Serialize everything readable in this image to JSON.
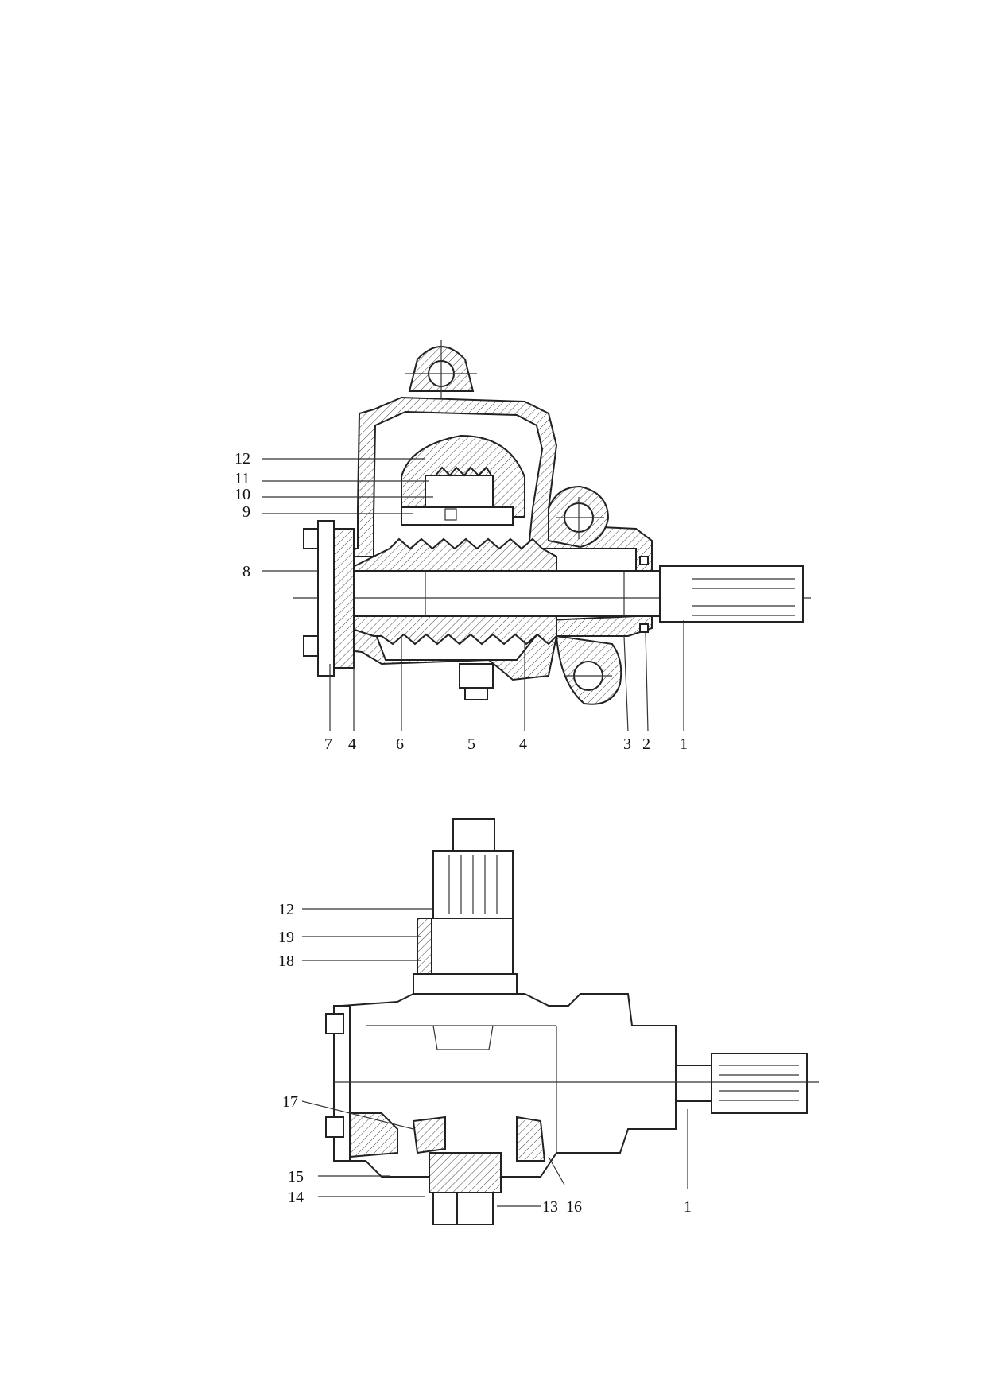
{
  "figures": [
    {
      "id": "section-view",
      "labels": [
        "12",
        "11",
        "10",
        "9",
        "8",
        "7",
        "4",
        "6",
        "5",
        "4",
        "3",
        "2",
        "1"
      ]
    },
    {
      "id": "external-view",
      "labels": [
        "12",
        "19",
        "18",
        "17",
        "15",
        "14",
        "13",
        "16",
        "1"
      ]
    }
  ]
}
